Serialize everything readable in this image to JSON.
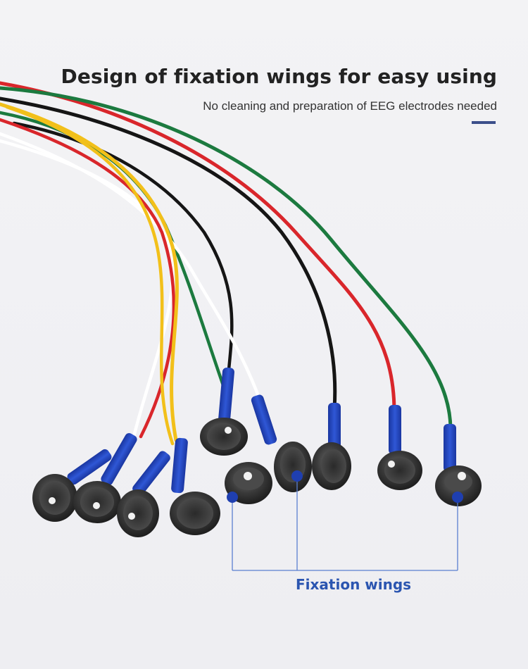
{
  "header": {
    "title": "Design of fixation wings for easy using",
    "subtitle": "No cleaning and preparation of EEG electrodes needed"
  },
  "callout": {
    "label": "Fixation wings"
  },
  "colors": {
    "accent_bar": "#3c4f8a",
    "callout": "#2b55b0",
    "connector_blue": "#1f3fb0",
    "electrode_metal": "#3b3b3b",
    "wire_red": "#d9262b",
    "wire_green": "#1c7a3f",
    "wire_black": "#151515",
    "wire_yellow": "#f2c01a",
    "wire_white": "#ffffff"
  }
}
